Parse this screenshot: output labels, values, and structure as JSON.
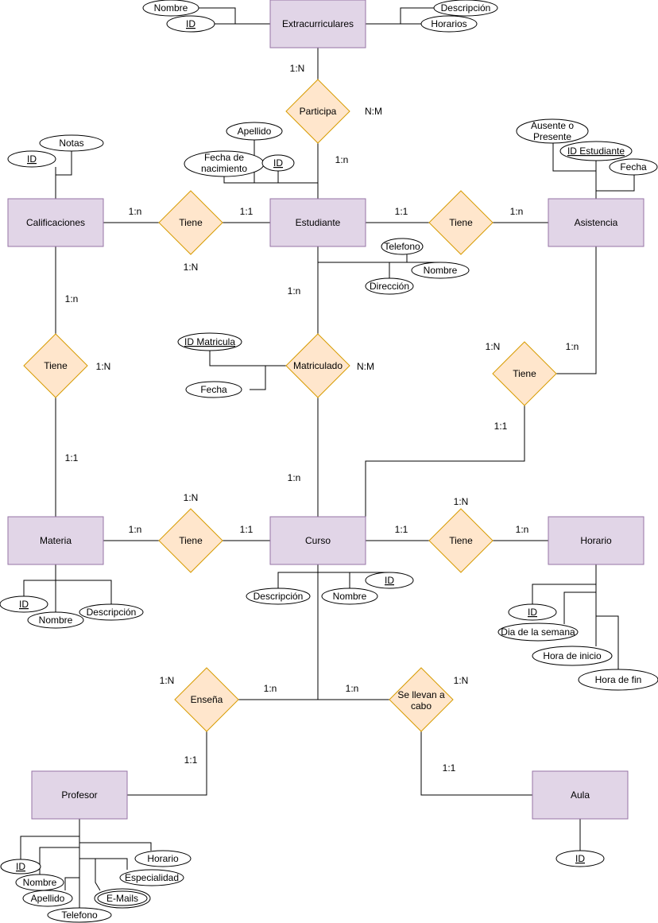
{
  "entities": {
    "extracurriculares": "Extracurriculares",
    "calificaciones": "Calificaciones",
    "estudiante": "Estudiante",
    "asistencia": "Asistencia",
    "materia": "Materia",
    "curso": "Curso",
    "horario": "Horario",
    "profesor": "Profesor",
    "aula": "Aula"
  },
  "relationships": {
    "participa": "Participa",
    "tiene_calif_est": "Tiene",
    "tiene_est_asis": "Tiene",
    "tiene_calif_mat": "Tiene",
    "matriculado": "Matriculado",
    "tiene_asis_curso": "Tiene",
    "tiene_mat_curso": "Tiene",
    "tiene_curso_hor": "Tiene",
    "ensena": "Enseña",
    "se_llevan_1": "Se llevan a",
    "se_llevan_2": "cabo"
  },
  "attributes": {
    "extra_nombre": "Nombre",
    "extra_id": "ID",
    "extra_descripcion": "Descripción",
    "extra_horarios": "Horarios",
    "calif_notas": "Notas",
    "calif_id": "ID",
    "est_apellido": "Apellido",
    "est_fecha_1": "Fecha de",
    "est_fecha_2": "nacimiento",
    "est_id": "ID",
    "est_telefono": "Telefono",
    "est_nombre": "Nombre",
    "est_direccion": "Dirección",
    "asis_ausente_1": "Ausente o",
    "asis_ausente_2": "Presente",
    "asis_id_estudiante": "ID Estudiante",
    "asis_fecha": "Fecha",
    "mat_id_matricula": "ID Matricula",
    "mat_fecha": "Fecha",
    "materia_id": "ID",
    "materia_nombre": "Nombre",
    "materia_descripcion": "Descripción",
    "curso_descripcion": "Descripción",
    "curso_nombre": "Nombre",
    "curso_id": "ID",
    "hor_id": "ID",
    "hor_dia": "Dia de la semana",
    "hor_inicio": "Hora de inicio",
    "hor_fin": "Hora de fin",
    "prof_id": "ID",
    "prof_horario": "Horario",
    "prof_nombre": "Nombre",
    "prof_especialidad": "Especialidad",
    "prof_apellido": "Apellido",
    "prof_emails": "E-Mails",
    "prof_telefono": "Telefono",
    "aula_id": "ID"
  },
  "cardinalities": {
    "c1": "1:N",
    "c2": "N:M",
    "c3": "1:n",
    "c4": "1:n",
    "c5": "1:1",
    "c6": "1:1",
    "c7": "1:n",
    "c8": "1:N",
    "c9": "1:n",
    "c10": "1:n",
    "c11": "1:N",
    "c12": "N:M",
    "c13": "1:N",
    "c14": "1:n",
    "c15": "1:1",
    "c16": "1:1",
    "c17": "1:n",
    "c18": "1:N",
    "c19": "1:N",
    "c20": "1:n",
    "c21": "1:1",
    "c22": "1:1",
    "c23": "1:n",
    "c24": "1:N",
    "c25": "1:n",
    "c26": "1:n",
    "c27": "1:N",
    "c28": "1:1",
    "c29": "1:1"
  }
}
